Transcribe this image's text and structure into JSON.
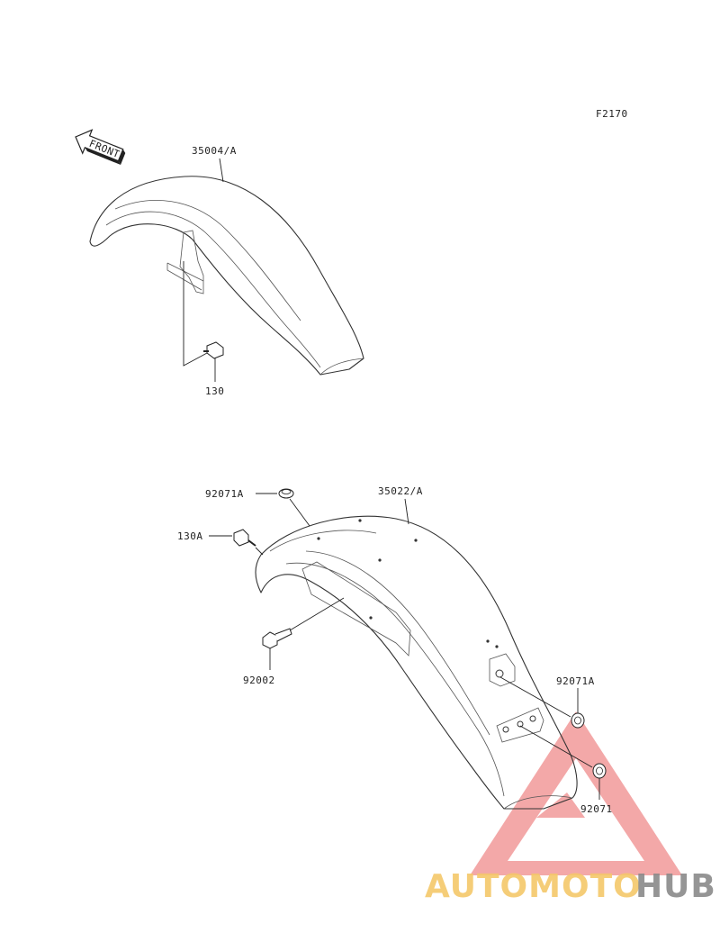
{
  "diagram_code": "F2170",
  "front_label": "FRONT",
  "parts": {
    "front_fender": "35004/A",
    "front_bolt": "130",
    "rear_fender": "35022/A",
    "grommet_top": "92071A",
    "bolt_top": "130A",
    "bolt_lower": "92002",
    "grommet_right": "92071A",
    "grommet_bottom": "92071"
  },
  "watermark": {
    "part1": "AUTOMOTO",
    "part2": "HUB",
    "color_primary": "#f08c8c",
    "color_yellow": "#f5c86a",
    "color_gray": "#8a8a8a"
  }
}
